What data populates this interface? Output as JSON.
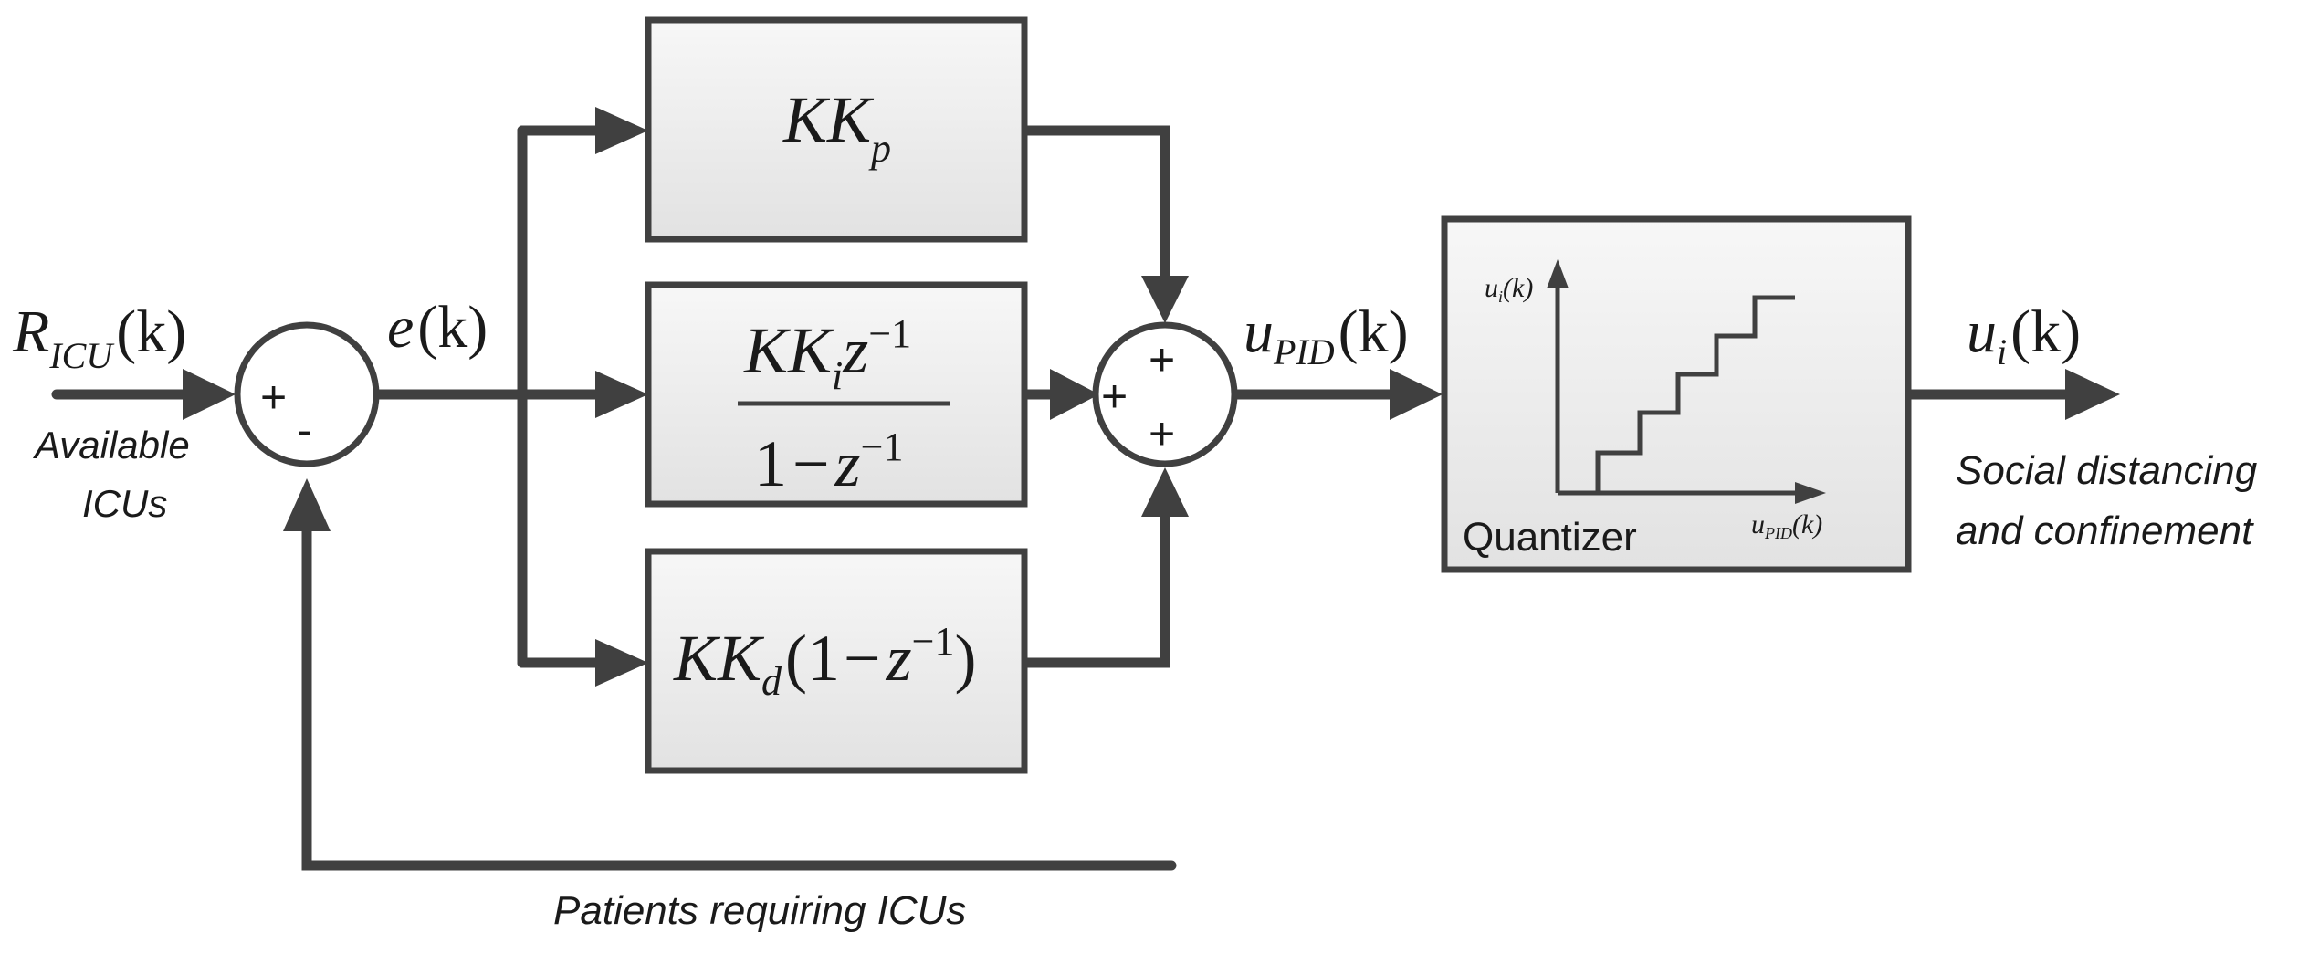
{
  "colors": {
    "line": "#404040",
    "box_fill_top": "#f7f7f7",
    "box_fill_bottom": "#e2e2e2",
    "text": "#1a1a1a"
  },
  "input": {
    "symbol": "R",
    "subscript": "ICU",
    "argument": "(k)",
    "label_line1": "Available",
    "label_line2": "ICUs"
  },
  "summing_junction_1": {
    "sign_plus": "+",
    "sign_minus": "-"
  },
  "error_signal": {
    "symbol": "e",
    "argument": "(k)"
  },
  "blocks": {
    "proportional": {
      "main": "KK",
      "subscript": "p"
    },
    "integral": {
      "numerator_main": "KK",
      "numerator_sub": "i",
      "numerator_var": "z",
      "numerator_exp": "−1",
      "denominator_one": "1",
      "denominator_op": "−",
      "denominator_var": "z",
      "denominator_exp": "−1"
    },
    "derivative": {
      "main": "KK",
      "subscript": "d",
      "open": "(1",
      "op": "−",
      "var": "z",
      "exp": "−1",
      "close": ")"
    }
  },
  "summing_junction_2": {
    "sign_top": "+",
    "sign_left": "+",
    "sign_bottom": "+"
  },
  "pid_signal": {
    "symbol": "u",
    "subscript": "PID",
    "argument": "(k)"
  },
  "quantizer": {
    "label": "Quantizer",
    "y_axis_symbol": "u",
    "y_axis_subscript": "i",
    "y_axis_argument": "(k)",
    "x_axis_symbol": "u",
    "x_axis_subscript": "PID",
    "x_axis_argument": "(k)"
  },
  "output": {
    "symbol": "u",
    "subscript": "i",
    "argument": "(k)",
    "label_line1": "Social distancing",
    "label_line2": "and confinement"
  },
  "feedback": {
    "label": "Patients requiring ICUs"
  }
}
